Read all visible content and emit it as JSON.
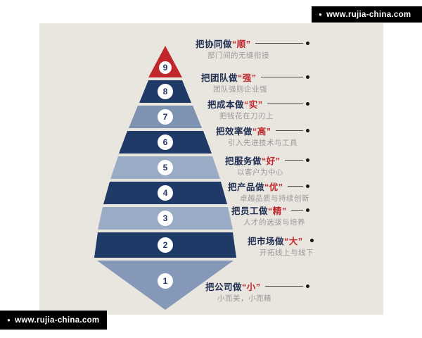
{
  "site": {
    "url": "www.rujia-china.com",
    "bullet": "●"
  },
  "diagram": {
    "levels": [
      {
        "num": "9",
        "prefix": "把协同做",
        "quoted": "“顺”",
        "subtitle": "部门间的无缝衔接",
        "color": "#c0272d"
      },
      {
        "num": "8",
        "prefix": "把团队做",
        "quoted": "“强”",
        "subtitle": "团队强则企业强",
        "color": "#1f3a66"
      },
      {
        "num": "7",
        "prefix": "把成本做",
        "quoted": "“实”",
        "subtitle": "把钱花在刀刃上",
        "color": "#7e92b2"
      },
      {
        "num": "6",
        "prefix": "把效率做",
        "quoted": "“高”",
        "subtitle": "引入先进技术与工具",
        "color": "#1f3a66"
      },
      {
        "num": "5",
        "prefix": "把服务做",
        "quoted": "“好”",
        "subtitle": "以客户为中心",
        "color": "#9aabc6"
      },
      {
        "num": "4",
        "prefix": "把产品做",
        "quoted": "“优”",
        "subtitle": "卓越品质与持续创新",
        "color": "#1f3a66"
      },
      {
        "num": "3",
        "prefix": "把员工做",
        "quoted": "“精”",
        "subtitle": "人才的选拔与培养",
        "color": "#9aabc6"
      },
      {
        "num": "2",
        "prefix": "把市场做",
        "quoted": "“大”",
        "subtitle": "开拓线上与线下",
        "color": "#1f3a66"
      },
      {
        "num": "1",
        "prefix": "把公司做",
        "quoted": "“小”",
        "subtitle": "小而美，小而精",
        "color": "#8598b8"
      }
    ],
    "colors": {
      "accent_red": "#c0272d",
      "dark_navy": "#1f3a66",
      "badge_fill": "#ffffff",
      "badge_text": "#233a66"
    }
  }
}
